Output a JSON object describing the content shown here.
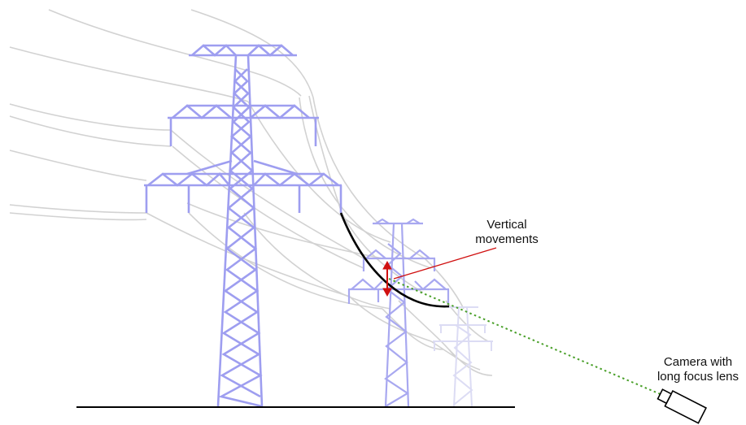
{
  "labels": {
    "vertical_movements": [
      "Vertical",
      "movements"
    ],
    "camera": [
      "Camera with",
      "long focus lens"
    ]
  },
  "colors": {
    "tower": "#9e9ef0",
    "tower_far": "#c8c8f0",
    "tower_farthest": "#dcdcf4",
    "conductor": "#d4d4d4",
    "highlighted_conductor": "#000000",
    "arrow": "#d01010",
    "sight_line": "#4aa02a",
    "ground": "#000000"
  },
  "icons": {
    "camera": "camera-icon",
    "arrow": "double-arrow-icon"
  }
}
